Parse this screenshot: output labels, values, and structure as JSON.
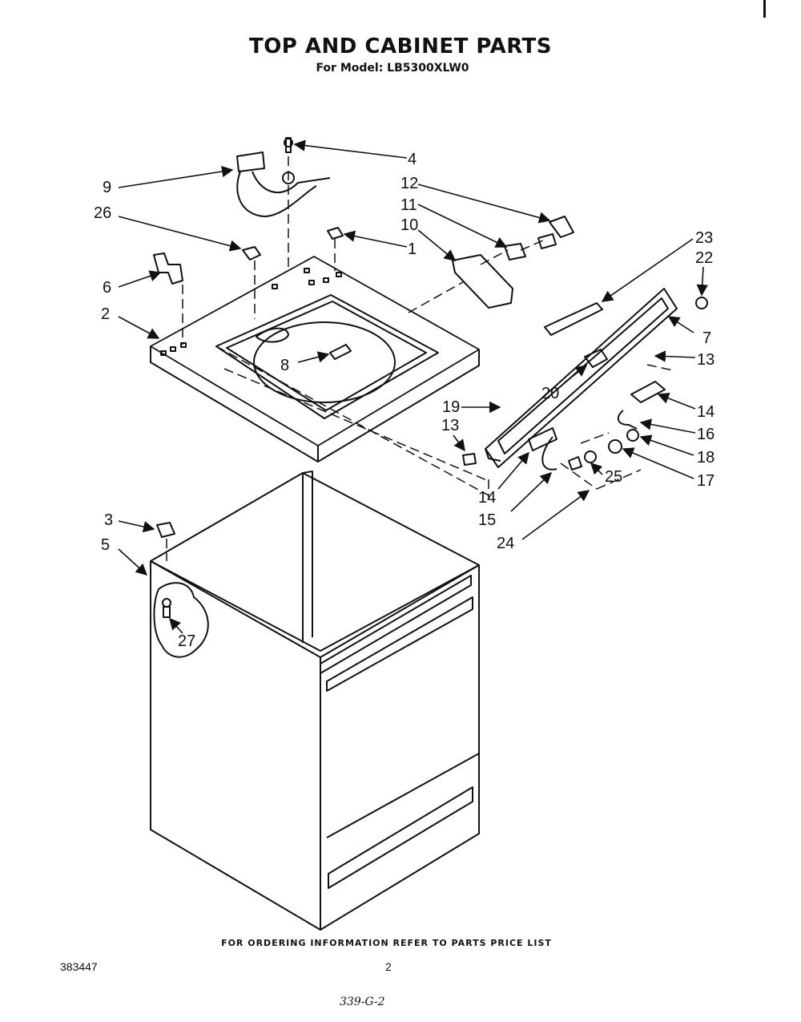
{
  "header": {
    "title": "TOP AND CABINET PARTS",
    "subtitle": "For Model: LB5300XLW0"
  },
  "footer": {
    "ordering_note": "FOR ORDERING INFORMATION REFER TO PARTS PRICE LIST",
    "document_number": "383447",
    "page_number": "2",
    "handwritten_ref": "339-G-2"
  },
  "callouts": [
    {
      "id": "c1",
      "label": "1"
    },
    {
      "id": "c2",
      "label": "2"
    },
    {
      "id": "c3",
      "label": "3"
    },
    {
      "id": "c4",
      "label": "4"
    },
    {
      "id": "c5",
      "label": "5"
    },
    {
      "id": "c6",
      "label": "6"
    },
    {
      "id": "c7",
      "label": "7"
    },
    {
      "id": "c8",
      "label": "8"
    },
    {
      "id": "c9",
      "label": "9"
    },
    {
      "id": "c10",
      "label": "10"
    },
    {
      "id": "c11",
      "label": "11"
    },
    {
      "id": "c12",
      "label": "12"
    },
    {
      "id": "c13a",
      "label": "13"
    },
    {
      "id": "c13b",
      "label": "13"
    },
    {
      "id": "c14a",
      "label": "14"
    },
    {
      "id": "c14b",
      "label": "14"
    },
    {
      "id": "c15",
      "label": "15"
    },
    {
      "id": "c16",
      "label": "16"
    },
    {
      "id": "c17",
      "label": "17"
    },
    {
      "id": "c18",
      "label": "18"
    },
    {
      "id": "c19",
      "label": "19"
    },
    {
      "id": "c20",
      "label": "20"
    },
    {
      "id": "c22",
      "label": "22"
    },
    {
      "id": "c23",
      "label": "23"
    },
    {
      "id": "c24",
      "label": "24"
    },
    {
      "id": "c25",
      "label": "25"
    },
    {
      "id": "c26",
      "label": "26"
    },
    {
      "id": "c27",
      "label": "27"
    }
  ]
}
